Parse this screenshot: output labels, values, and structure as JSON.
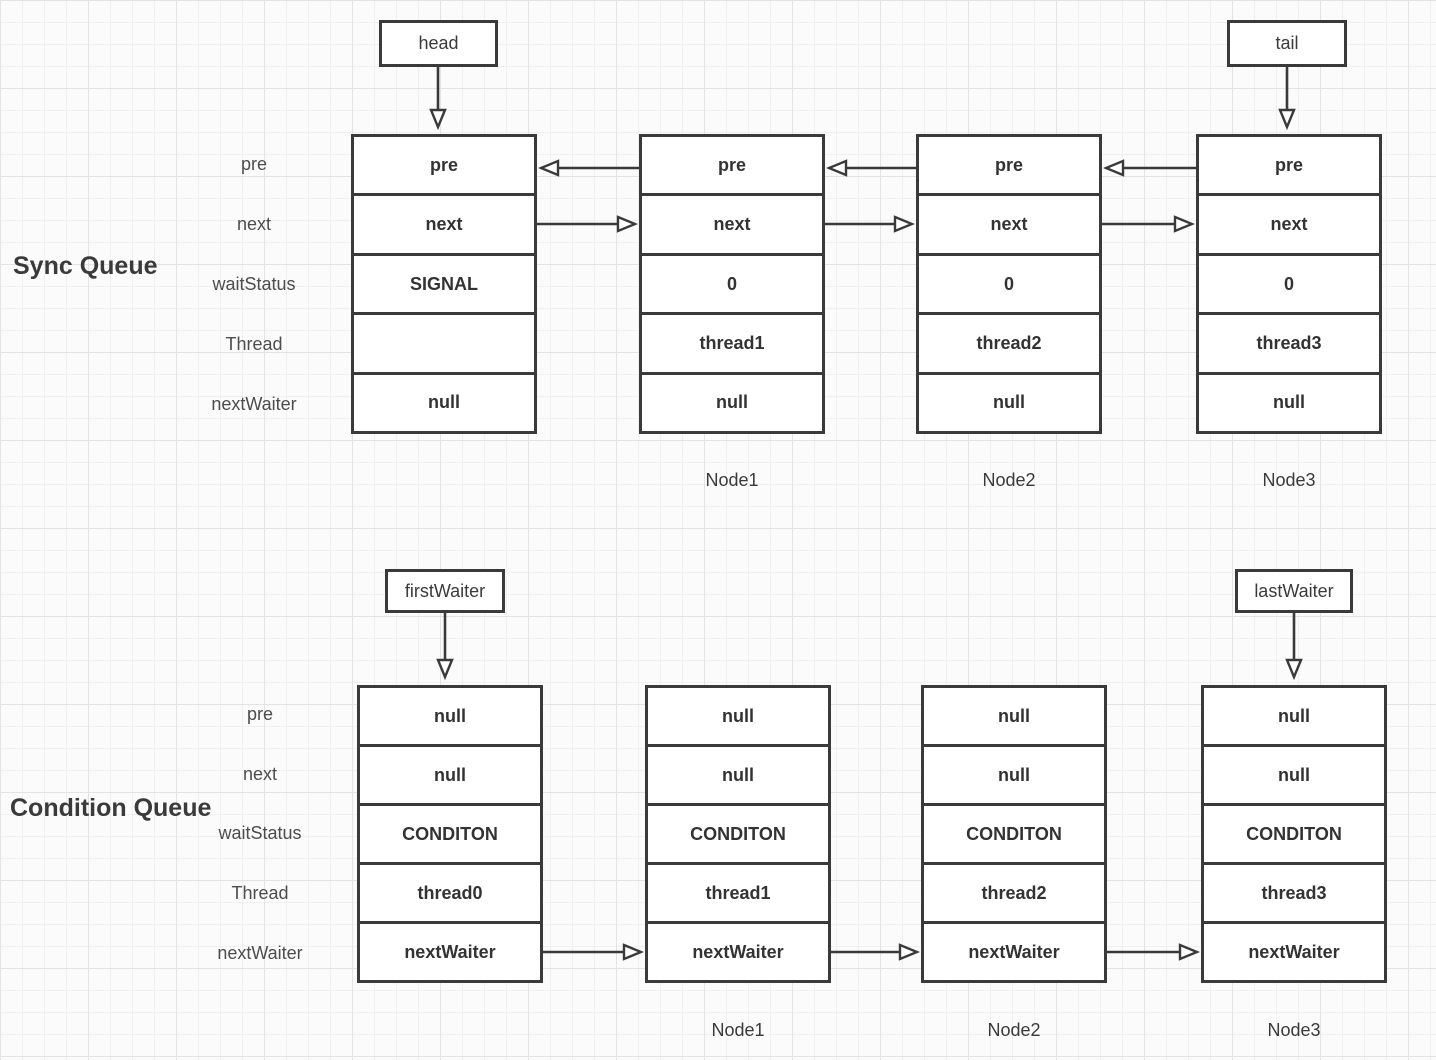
{
  "colors": {
    "line": "#3a3a3a",
    "cell_text": "#333333",
    "label_text": "#4c4c4c",
    "grid_minor": "#f0f0f1",
    "grid_major": "#e3e3e5",
    "background": "#fbfbfb",
    "box_fill": "#ffffff"
  },
  "sync_queue": {
    "title": "Sync Queue",
    "field_labels": [
      "pre",
      "next",
      "waitStatus",
      "Thread",
      "nextWaiter"
    ],
    "head_pointer": "head",
    "tail_pointer": "tail",
    "nodes": [
      {
        "caption": "",
        "cells": [
          "pre",
          "next",
          "SIGNAL",
          "",
          "null"
        ]
      },
      {
        "caption": "Node1",
        "cells": [
          "pre",
          "next",
          "0",
          "thread1",
          "null"
        ]
      },
      {
        "caption": "Node2",
        "cells": [
          "pre",
          "next",
          "0",
          "thread2",
          "null"
        ]
      },
      {
        "caption": "Node3",
        "cells": [
          "pre",
          "next",
          "0",
          "thread3",
          "null"
        ]
      }
    ]
  },
  "condition_queue": {
    "title": "Condition Queue",
    "field_labels": [
      "pre",
      "next",
      "waitStatus",
      "Thread",
      "nextWaiter"
    ],
    "first_pointer": "firstWaiter",
    "last_pointer": "lastWaiter",
    "nodes": [
      {
        "caption": "",
        "cells": [
          "null",
          "null",
          "CONDITON",
          "thread0",
          "nextWaiter"
        ]
      },
      {
        "caption": "Node1",
        "cells": [
          "null",
          "null",
          "CONDITON",
          "thread1",
          "nextWaiter"
        ]
      },
      {
        "caption": "Node2",
        "cells": [
          "null",
          "null",
          "CONDITON",
          "thread2",
          "nextWaiter"
        ]
      },
      {
        "caption": "Node3",
        "cells": [
          "null",
          "null",
          "CONDITON",
          "thread3",
          "nextWaiter"
        ]
      }
    ]
  }
}
